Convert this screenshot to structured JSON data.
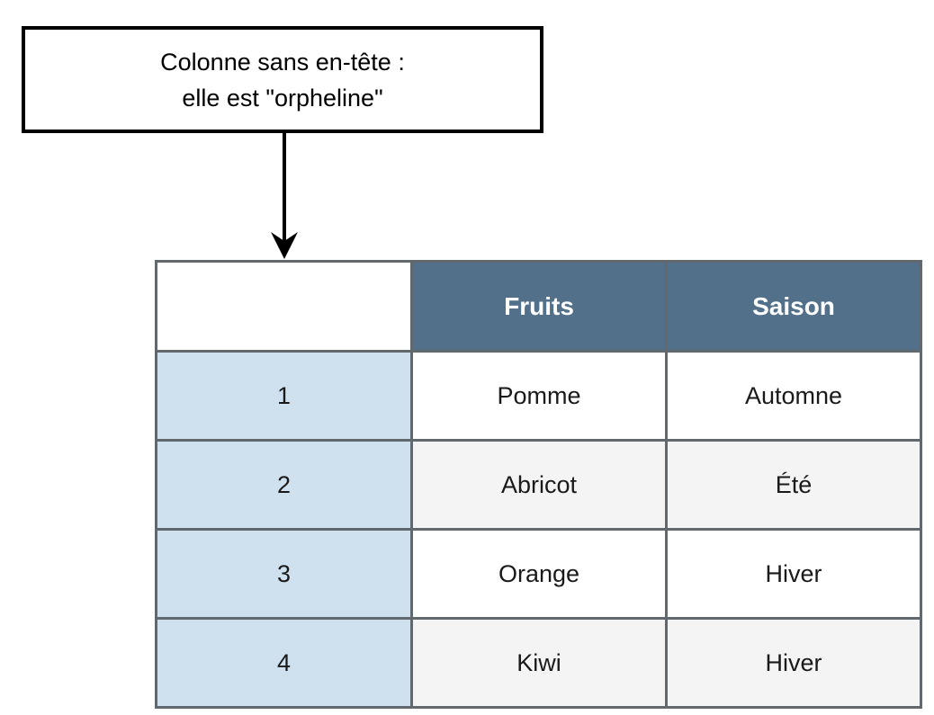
{
  "callout": {
    "line1": "Colonne sans en-tête :",
    "line2": "elle est \"orpheline\"",
    "border_color": "#000000",
    "background": "#ffffff"
  },
  "arrow": {
    "name": "down-arrow",
    "color": "#000000"
  },
  "table": {
    "header": {
      "orphan_label": "",
      "columns": [
        "Fruits",
        "Saison"
      ],
      "background": "#53708a",
      "text_color": "#ffffff"
    },
    "index_column": {
      "background": "#cfe1ef",
      "values": [
        "1",
        "2",
        "3",
        "4"
      ]
    },
    "border_color": "#62696e",
    "stripe_color": "#f4f4f4",
    "rows": [
      {
        "index": "1",
        "fruit": "Pomme",
        "saison": "Automne"
      },
      {
        "index": "2",
        "fruit": "Abricot",
        "saison": "Été"
      },
      {
        "index": "3",
        "fruit": "Orange",
        "saison": "Hiver"
      },
      {
        "index": "4",
        "fruit": "Kiwi",
        "saison": "Hiver"
      }
    ]
  }
}
